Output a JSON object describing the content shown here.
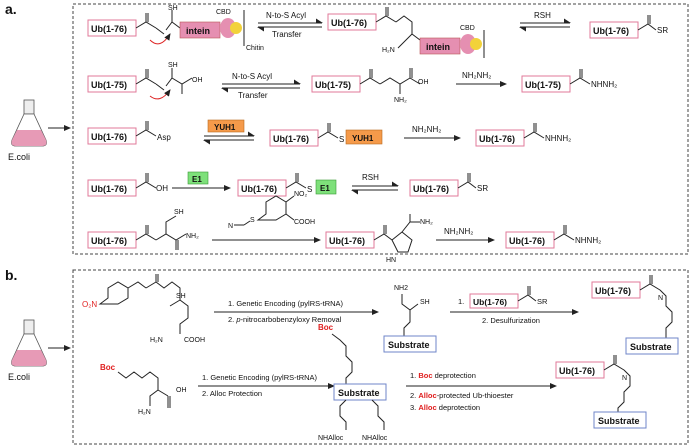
{
  "panels": {
    "a": {
      "label": "a.",
      "source": "E.coli",
      "row1": {
        "start": "Ub(1-76)",
        "intein": "intein",
        "cbd": "CBD",
        "chitin": "Chitin",
        "arrow_top": "N-to-S Acyl",
        "arrow_bottom": "Transfer",
        "middle": "Ub(1-76)",
        "intein2": "intein",
        "cbd2": "CBD",
        "reagent": "RSH",
        "product": "Ub(1-76)",
        "sr": "SR",
        "sh": "SH",
        "h2n": "H₂N"
      },
      "row2": {
        "start": "Ub(1-75)",
        "arrow_top": "N-to-S Acyl",
        "arrow_bottom": "Transfer",
        "middle": "Ub(1-75)",
        "reagent": "NH₂NH₂",
        "product": "Ub(1-75)",
        "tail": "NHNH₂",
        "sh": "SH",
        "oh": "OH",
        "nh2": "NH₂"
      },
      "row3": {
        "start": "Ub(1-76)",
        "asp": "Asp",
        "enzyme": "YUH1",
        "middle": "Ub(1-76)",
        "enzyme2": "YUH1",
        "reagent": "NH₂NH₂",
        "product": "Ub(1-76)",
        "tail": "NHNH₂"
      },
      "row4": {
        "start": "Ub(1-76)",
        "oh": "OH",
        "enzyme": "E1",
        "middle": "Ub(1-76)",
        "enzyme2": "E1",
        "reagent": "RSH",
        "product": "Ub(1-76)",
        "sr": "SR"
      },
      "row5": {
        "start": "Ub(1-76)",
        "sh": "SH",
        "nh2": "NH₂",
        "nc": "N",
        "no2": "NO₂",
        "cooh": "COOH",
        "s": "S",
        "middle": "Ub(1-76)",
        "conh2": "NH₂",
        "hn": "HN",
        "reagent": "NH₂NH₂",
        "product": "Ub(1-76)",
        "tail": "NHNH₂"
      }
    },
    "b": {
      "label": "b.",
      "source": "E.coli",
      "row1": {
        "o2n": "O₂N",
        "sh": "SH",
        "h2n": "H₂N",
        "cooh": "COOH",
        "step1": "1. Genetic Encoding (pylRS-tRNA)",
        "step2_prefix": "2. ",
        "step2_em": "p",
        "step2_rest": "-nitrocarbobenzyloxy Removal",
        "nh2_label": "NH2",
        "sh2": "SH",
        "substrate": "Substrate",
        "reag1": "1.",
        "reag_ub": "Ub(1-76)",
        "reag_sr": "SR",
        "reag2": "2. Desulfurization",
        "product_ub": "Ub(1-76)",
        "product_n": "N",
        "product_sub": "Substrate"
      },
      "row2": {
        "boc": "Boc",
        "h2n": "H₂N",
        "oh": "OH",
        "step1": "1. Genetic Encoding (pylRS-tRNA)",
        "step2": "2. Alloc Protection",
        "boc2": "Boc",
        "substrate": "Substrate",
        "nhalloc1": "NHAlloc",
        "nhalloc2": "NHAlloc",
        "s1_pre": "1. ",
        "s1_red": "Boc",
        "s1_post": " deprotection",
        "s2_pre": "2. ",
        "s2_red": "Alloc",
        "s2_post": "-protected Ub-thioester",
        "s3_pre": "3. ",
        "s3_red": "Alloc",
        "s3_post": " deprotection",
        "product_ub": "Ub(1-76)",
        "product_n": "N",
        "product_sub": "Substrate"
      }
    }
  }
}
